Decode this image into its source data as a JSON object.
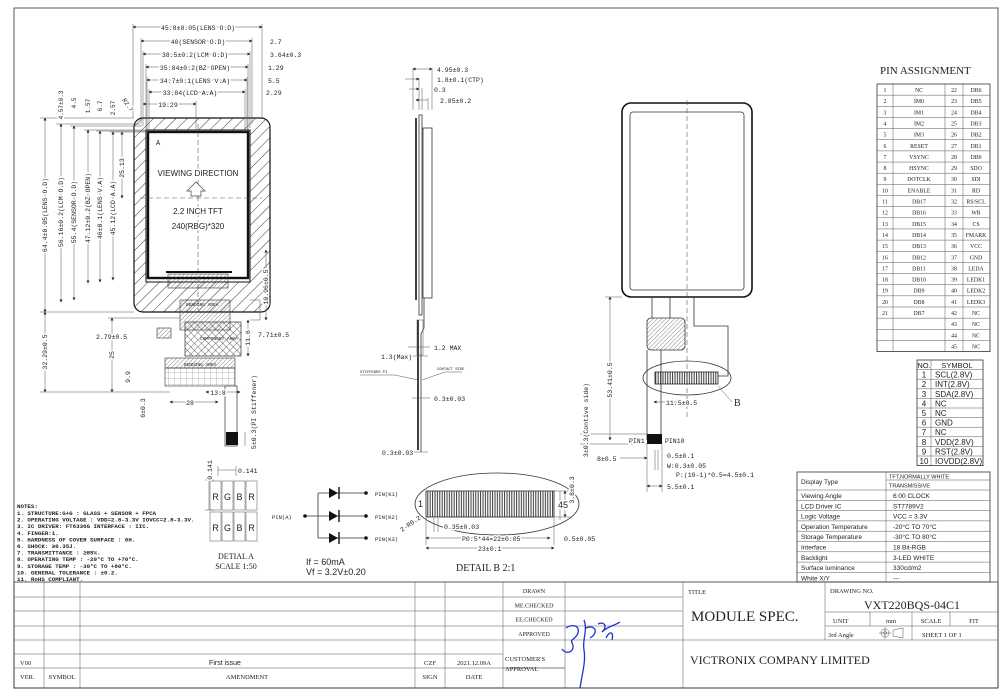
{
  "front_view": {
    "top_dims": [
      "45.8±0.05(LENS O.D)",
      "40(SENSOR O.D)",
      "38.5±0.2(LCM O.D)",
      "35.84±0.2(BZ OPEN)",
      "34.7±0.1(LENS V.A)",
      "33.84(LCD A.A)",
      "19.29"
    ],
    "right_dims": [
      "2.7",
      "3.64±0.3",
      "1.29",
      "5.5",
      "2.29"
    ],
    "left_dims": [
      "64.4±0.05(LENS O.D)",
      "56.16±0.2(LCM O.D)",
      "55.4(SENSOR O.D)",
      "47.12±0.2(BZ OPEN)",
      "46±0.1(LENS V.A)",
      "45.12(LCD A.A)",
      "25.13"
    ],
    "top_small_dims": [
      "4.57±0.3",
      "4.5",
      "1.57",
      "6.7",
      "2.57",
      "R2.7"
    ],
    "lower_dims": [
      "32.29±0.5",
      "25",
      "2.79±0.5",
      "9.9",
      "6±0.3",
      "28",
      "13.8",
      "7.71±0.5",
      "11.6",
      "10.96±0.5",
      "5±0.3(PI Stiffener)"
    ],
    "viewing_direction": "VIEWING DIRECTION",
    "size_label": "2.2 INCH TFT",
    "resolution": "240(RBG)*320",
    "detail_a_marker": "A",
    "bending_area": "BENDING AREA",
    "component_area": "COMPONENT AREA"
  },
  "side_view": {
    "dims": [
      "4.95±0.3",
      "1.8±0.1(CTP)",
      "0.3",
      "2.85±0.2",
      "1.2 MAX",
      "1.3(Max)",
      "0.3±0.03",
      "0.3±0.03"
    ],
    "stiffener": "STIFFENER PI",
    "contact_side": "CONTACT SIDE"
  },
  "back_view": {
    "dims": [
      "53.41±0.5",
      "3±0.3(Contive side)",
      "11.5±0.5",
      "8±0.5",
      "0.5±0.1",
      "W:0.3±0.05",
      "P:(10-1)*0.5=4.5±0.1",
      "5.5±0.1"
    ],
    "detail_b_marker": "B",
    "pin1": "PIN1",
    "pin10": "PIN10"
  },
  "detail_a": {
    "pixels": [
      "R",
      "G",
      "B",
      "R"
    ],
    "dim": "0.141",
    "title": "DETIAL A",
    "scale": "SCALE 1:50"
  },
  "led_circuit": {
    "anode": "PIN(A)",
    "cathodes": [
      "PIN(K1)",
      "PIN(K2)",
      "PIN(K3)"
    ],
    "if": "If  =  60mA",
    "vf": "Vf  =  3.2V±0.20"
  },
  "detail_b": {
    "pin_first": "1",
    "pin_last": "45",
    "dims": [
      "3.8±0.3",
      "2-R0.2",
      "0.35±0.03",
      "P0.5*44=22±0.05",
      "0.5±0.05",
      "23±0.1"
    ],
    "title": "DETAIL B  2:1"
  },
  "notes": {
    "title": "NOTES:",
    "items": [
      "1.   STRUCTURE:G+G : GLASS + SENSOR + FPCA",
      "2.   OPERATING VOLTAGE : VDD=2.8-3.3V  IOVCC=2.8-3.3V.",
      "3.   IC DRIVER: FT6336G  INTERFACE : IIC.",
      "4.   FINGER:1.",
      "5.   HARDNESS OF COVER SURFACE : 6H.",
      "6.   SHOCK: ≥0.35J.",
      "7.   TRANSMITTANCE : ≥85%.",
      "8.   OPERATING TEMP : -20°C TO +70°C.",
      "9.   STORAGE TEMP : -30°C TO +80°C.",
      "10. GENERAL TOLERANCE : ±0.2.",
      "11. RoHS COMPLIANT."
    ]
  },
  "pin_assignment": {
    "title": "PIN ASSIGNMENT",
    "rows": [
      [
        "1",
        "NC",
        "22",
        "DB6"
      ],
      [
        "2",
        "IM0",
        "23",
        "DB5"
      ],
      [
        "3",
        "IM1",
        "24",
        "DB4"
      ],
      [
        "4",
        "IM2",
        "25",
        "DB3"
      ],
      [
        "5",
        "IM3",
        "26",
        "DB2"
      ],
      [
        "6",
        "RESET",
        "27",
        "DB1"
      ],
      [
        "7",
        "VSYNC",
        "28",
        "DB0"
      ],
      [
        "8",
        "HSYNC",
        "29",
        "SDO"
      ],
      [
        "9",
        "DOTCLK",
        "30",
        "SDI"
      ],
      [
        "10",
        "ENABLE",
        "31",
        "RD"
      ],
      [
        "11",
        "DB17",
        "32",
        "RS/SCL"
      ],
      [
        "12",
        "DB16",
        "33",
        "WR"
      ],
      [
        "13",
        "DB15",
        "34",
        "CS"
      ],
      [
        "14",
        "DB14",
        "35",
        "FMARK"
      ],
      [
        "15",
        "DB13",
        "36",
        "VCC"
      ],
      [
        "16",
        "DB12",
        "37",
        "GND"
      ],
      [
        "17",
        "DB11",
        "38",
        "LEDA"
      ],
      [
        "18",
        "DB10",
        "39",
        "LEDK1"
      ],
      [
        "19",
        "DB9",
        "40",
        "LEDK2"
      ],
      [
        "20",
        "DB8",
        "41",
        "LEDK3"
      ],
      [
        "21",
        "DB7",
        "42",
        "NC"
      ],
      [
        "",
        "",
        "43",
        "NC"
      ],
      [
        "",
        "",
        "44",
        "NC"
      ],
      [
        "",
        "",
        "45",
        "NC"
      ]
    ]
  },
  "ctp_pins": {
    "headers": [
      "NO.",
      "SYMBOL"
    ],
    "rows": [
      [
        "1",
        "SCL(2.8V)"
      ],
      [
        "2",
        "INT(2.8V)"
      ],
      [
        "3",
        "SDA(2.8V)"
      ],
      [
        "4",
        "NC"
      ],
      [
        "5",
        "NC"
      ],
      [
        "6",
        "GND"
      ],
      [
        "7",
        "NC"
      ],
      [
        "8",
        "VDD(2.8V)"
      ],
      [
        "9",
        "RST(2.8V)"
      ],
      [
        "10",
        "IOVDD(2.8V)"
      ]
    ]
  },
  "spec_table": {
    "display_type_label": "Display Type",
    "display_type_values": [
      "TFT,NORMALLY WHITE",
      "TRANSMISSIVE"
    ],
    "rows": [
      [
        "Viewing Angle",
        "6:00 CLOCK"
      ],
      [
        "LCD Driver IC",
        "ST7789V2"
      ],
      [
        "Logic Voltage",
        "VCC = 3.3V"
      ],
      [
        "Operation Temperature",
        "-20°C TO 70°C"
      ],
      [
        "Storage Temperature",
        "-30°C TO 80°C"
      ],
      [
        "Interface",
        "18 Bit-RGB"
      ],
      [
        "Backlight",
        "3-LED WHITE"
      ],
      [
        "Surface luminance",
        "330cd/m2"
      ],
      [
        "White X/Y",
        "---"
      ]
    ]
  },
  "title_block": {
    "approvals": [
      "DRAWN",
      "ME.CHECKED",
      "EE.CHECKED",
      "APPROVED"
    ],
    "customer_approval": [
      "CUSTOMER'S",
      "APPROVAL"
    ],
    "revision": {
      "ver": "V00",
      "amendment": "First issue",
      "sign": "CZF",
      "date": "2021.12.09A"
    },
    "headers": {
      "ver": "VER.",
      "symbol": "SYMBOL",
      "amendment": "AMENDMENT",
      "sign": "SIGN",
      "date": "DATE"
    },
    "title_label": "TITLE",
    "title": "MODULE SPEC.",
    "drawing_no_label": "DRAWING NO.",
    "drawing_no": "VXT220BQS-04C1",
    "unit_label": "UNIT",
    "unit": "mm",
    "scale_label": "SCALE",
    "scale": "FIT",
    "projection": "3rd Angle",
    "sheet": "SHEET 1 OF 1",
    "company": "VICTRONIX COMPANY LIMITED",
    "signature_color": "#2233cc"
  }
}
